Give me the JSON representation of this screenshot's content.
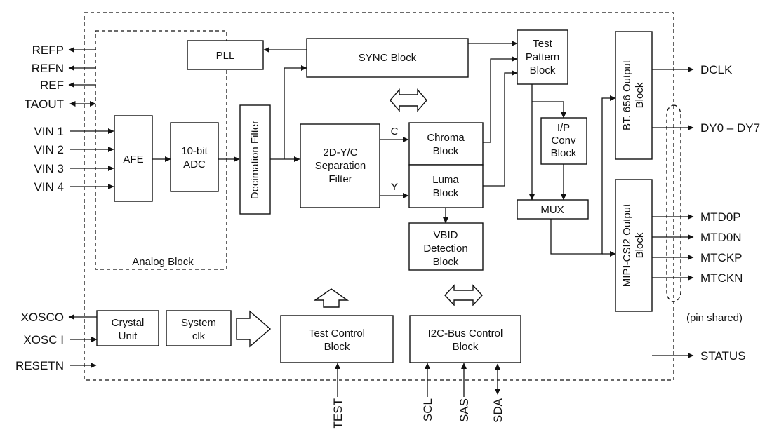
{
  "blocks": {
    "pll": "PLL",
    "sync": "SYNC Block",
    "test_pattern": [
      "Test",
      "Pattern",
      "Block"
    ],
    "bt656": [
      "BT. 656 Output",
      "Block"
    ],
    "afe": "AFE",
    "adc": [
      "10-bit",
      "ADC"
    ],
    "decimation": "Decimation Filter",
    "separation": [
      "2D-Y/C",
      "Separation",
      "Filter"
    ],
    "chroma": [
      "Chroma",
      "Block"
    ],
    "luma": [
      "Luma",
      "Block"
    ],
    "ip_conv": [
      "I/P",
      "Conv",
      "Block"
    ],
    "mux": "MUX",
    "mipi": [
      "MIPI-CSI2 Output",
      "Block"
    ],
    "vbid": [
      "VBID",
      "Detection",
      "Block"
    ],
    "analog": "Analog Block",
    "crystal": [
      "Crystal",
      "Unit"
    ],
    "sysclk": [
      "System",
      "clk"
    ],
    "test_control": [
      "Test Control",
      "Block"
    ],
    "i2c": [
      "I2C-Bus Control",
      "Block"
    ]
  },
  "signals": {
    "c": "C",
    "y": "Y"
  },
  "pins": {
    "left": [
      "REFP",
      "REFN",
      "REF",
      "TAOUT",
      "VIN 1",
      "VIN 2",
      "VIN 3",
      "VIN 4",
      "XOSCO",
      "XOSC I",
      "RESETN"
    ],
    "right": [
      "DCLK",
      "DY0 – DY7",
      "MTD0P",
      "MTD0N",
      "MTCKP",
      "MTCKN",
      "STATUS"
    ],
    "bottom": [
      "TEST",
      "SCL",
      "SAS",
      "SDA"
    ]
  },
  "notes": {
    "pin_shared": "(pin shared)"
  }
}
